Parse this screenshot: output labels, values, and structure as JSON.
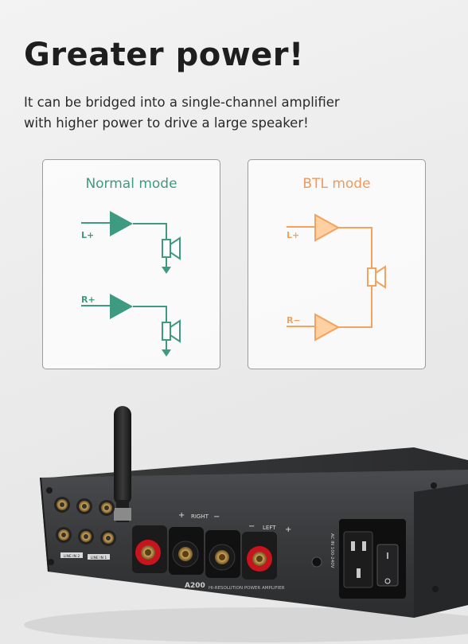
{
  "headline": "Greater power!",
  "description_lines": [
    "It can be bridged into a single-channel amplifier",
    "with higher power to drive a large speaker!"
  ],
  "diagrams": {
    "normal": {
      "title": "Normal mode",
      "inputs": [
        "L+",
        "R+"
      ],
      "color": "#3f9a82"
    },
    "btl": {
      "title": "BTL mode",
      "inputs": [
        "L+",
        "R−"
      ],
      "color": "#f3a35e"
    }
  },
  "device_labels": {
    "right": "RIGHT",
    "left": "LEFT",
    "plus": "+",
    "minus": "−",
    "line_in_2": "LINE IN 2",
    "line_in_1": "LINE IN 1",
    "power_in": "AC IN 100-240V",
    "model": "A200",
    "model_tagline": "HI-RESOLUTION POWER AMPLIFIER"
  },
  "colors": {
    "normal_accent": "#3f9a82",
    "btl_accent": "#f3a35e",
    "headline": "#1e1e1e"
  }
}
